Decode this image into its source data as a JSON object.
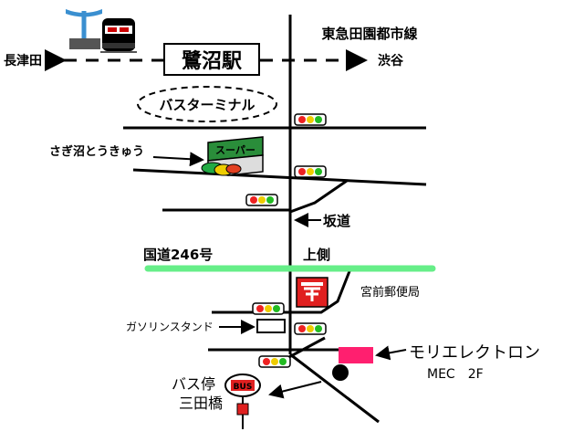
{
  "labels": {
    "station": "鷺沼駅",
    "line": "東急田園都市線",
    "left_dir": "長津田",
    "right_dir": "渋谷",
    "bus_terminal": "バスターミナル",
    "supermarket_name": "さぎ沼とうきゅう",
    "supermarket_sign": "スーパー",
    "slope": "坂道",
    "route": "国道246号",
    "upper_side": "上側",
    "post_office": "宮前郵便局",
    "gas_station": "ガソリンスタンド",
    "bus_stop_line1": "バス停",
    "bus_stop_line2": "三田橋",
    "bus_sign": "BUS",
    "company": "モリエレクトロン",
    "floor": "MEC　2F"
  },
  "colors": {
    "route_line": "#66ee88",
    "destination": "#ff1f6f",
    "post_box": "#e02020",
    "train": "#e0203a",
    "signal_red": "#ee2222",
    "signal_yellow": "#eecc00",
    "signal_green": "#22bb22"
  },
  "icons": [
    "train-icon",
    "post-box-icon",
    "bus-stop-icon",
    "supermarket-icon",
    "traffic-signal-icon"
  ]
}
